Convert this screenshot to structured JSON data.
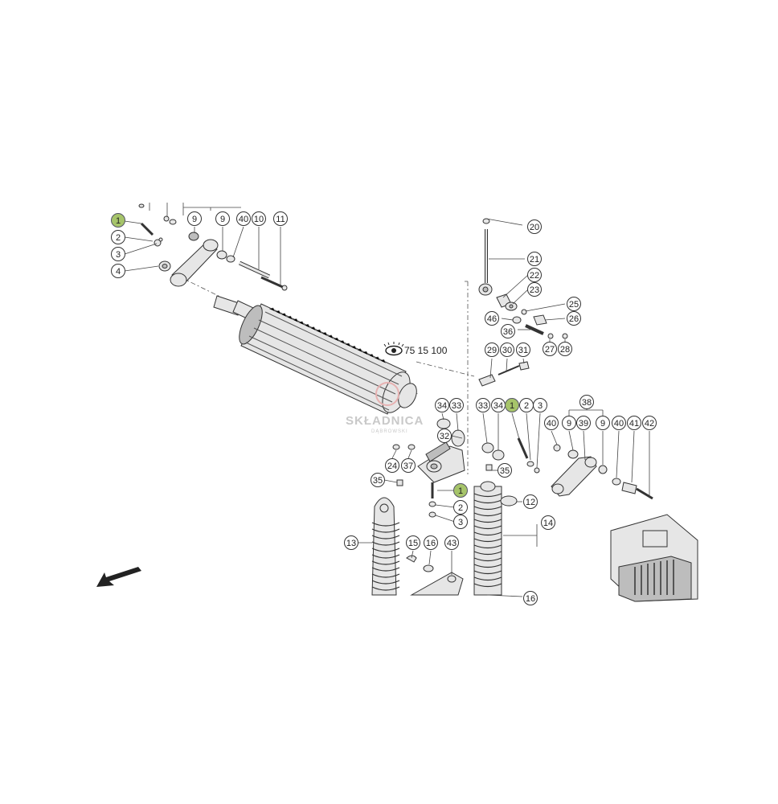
{
  "reference": {
    "text": "75 15 100",
    "icon": "eye-icon"
  },
  "watermark": {
    "main": "SKŁADNICA",
    "sub": "DĄBROWSKI"
  },
  "highlight_color": "#a6c46a",
  "callouts": [
    {
      "id": "c1a",
      "label": "1",
      "hl": true
    },
    {
      "id": "c2a",
      "label": "2"
    },
    {
      "id": "c3a",
      "label": "3"
    },
    {
      "id": "c4a",
      "label": "4"
    },
    {
      "id": "c9a",
      "label": "9"
    },
    {
      "id": "c9b",
      "label": "9"
    },
    {
      "id": "c40a",
      "label": "40"
    },
    {
      "id": "c10a",
      "label": "10"
    },
    {
      "id": "c11a",
      "label": "11"
    },
    {
      "id": "c21a",
      "label": "21"
    },
    {
      "id": "c22a",
      "label": "22"
    },
    {
      "id": "c23a",
      "label": "23"
    },
    {
      "id": "c25a",
      "label": "25"
    },
    {
      "id": "c46a",
      "label": "46"
    },
    {
      "id": "c26a",
      "label": "26"
    },
    {
      "id": "c36a",
      "label": "36"
    },
    {
      "id": "c27a",
      "label": "27"
    },
    {
      "id": "c28a",
      "label": "28"
    },
    {
      "id": "c29a",
      "label": "29"
    },
    {
      "id": "c30a",
      "label": "30"
    },
    {
      "id": "c31a",
      "label": "31"
    },
    {
      "id": "c34a",
      "label": "34"
    },
    {
      "id": "c33a",
      "label": "33"
    },
    {
      "id": "c33b",
      "label": "33"
    },
    {
      "id": "c34b",
      "label": "34"
    },
    {
      "id": "c1b",
      "label": "1",
      "hl": true
    },
    {
      "id": "c2b",
      "label": "2"
    },
    {
      "id": "c3b",
      "label": "3"
    },
    {
      "id": "c38a",
      "label": "38"
    },
    {
      "id": "c40b",
      "label": "40"
    },
    {
      "id": "c9c",
      "label": "9"
    },
    {
      "id": "c39a",
      "label": "39"
    },
    {
      "id": "c9d",
      "label": "9"
    },
    {
      "id": "c40c",
      "label": "40"
    },
    {
      "id": "c41a",
      "label": "41"
    },
    {
      "id": "c42a",
      "label": "42"
    },
    {
      "id": "c32a",
      "label": "32"
    },
    {
      "id": "c24a",
      "label": "24"
    },
    {
      "id": "c37a",
      "label": "37"
    },
    {
      "id": "c35a",
      "label": "35"
    },
    {
      "id": "c35b",
      "label": "35"
    },
    {
      "id": "c1c",
      "label": "1",
      "hl": true
    },
    {
      "id": "c2c",
      "label": "2"
    },
    {
      "id": "c3c",
      "label": "3"
    },
    {
      "id": "c12a",
      "label": "12"
    },
    {
      "id": "c14a",
      "label": "14"
    },
    {
      "id": "c13a",
      "label": "13"
    },
    {
      "id": "c15a",
      "label": "15"
    },
    {
      "id": "c16a",
      "label": "16"
    },
    {
      "id": "c43a",
      "label": "43"
    },
    {
      "id": "c16b",
      "label": "16"
    },
    {
      "id": "c20a",
      "label": "20"
    }
  ]
}
